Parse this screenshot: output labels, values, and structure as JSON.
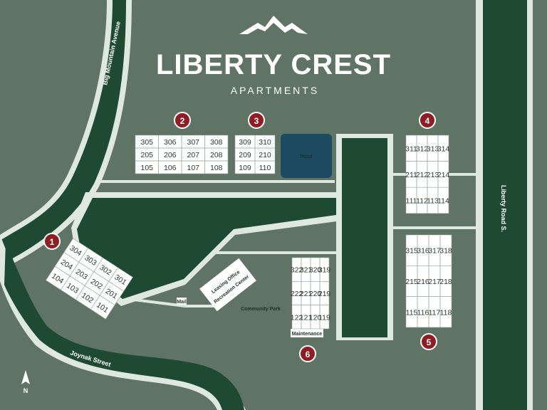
{
  "brand": {
    "name": "LIBERTY CREST",
    "subtitle": "APARTMENTS"
  },
  "streets": {
    "big_mountain": "Big Mountain Avenue",
    "liberty_road": "Liberty Road S.",
    "joynak": "Joynak Street"
  },
  "amenities": {
    "pond": "Pond",
    "leasing": "Leasing Office",
    "recreation": "Recreation Center",
    "community_park": "Community Park",
    "maintenance": "Maintenance",
    "mail": "Mail"
  },
  "compass": "N",
  "buildings": [
    {
      "number": "1",
      "units": [
        "304",
        "303",
        "302",
        "301",
        "204",
        "203",
        "202",
        "201",
        "104",
        "103",
        "102",
        "101"
      ]
    },
    {
      "number": "2",
      "units": [
        "305",
        "306",
        "307",
        "308",
        "205",
        "206",
        "207",
        "208",
        "105",
        "106",
        "107",
        "108"
      ]
    },
    {
      "number": "3",
      "units": [
        "309",
        "310",
        "209",
        "210",
        "109",
        "110"
      ]
    },
    {
      "number": "4",
      "units": [
        "311",
        "312",
        "313",
        "314",
        "211",
        "212",
        "213",
        "214",
        "111",
        "112",
        "113",
        "114"
      ]
    },
    {
      "number": "5",
      "units": [
        "315",
        "316",
        "317",
        "318",
        "215",
        "216",
        "217",
        "218",
        "115",
        "116",
        "117",
        "118"
      ]
    },
    {
      "number": "6",
      "units": [
        "322",
        "321",
        "320",
        "319",
        "222",
        "221",
        "220",
        "219",
        "122",
        "121",
        "120",
        "119"
      ]
    }
  ],
  "colors": {
    "background": "#5f7464",
    "road": "#1e4a32",
    "building": "#ffffff",
    "marker": "#8e1d24",
    "pond": "#1c4a63"
  }
}
